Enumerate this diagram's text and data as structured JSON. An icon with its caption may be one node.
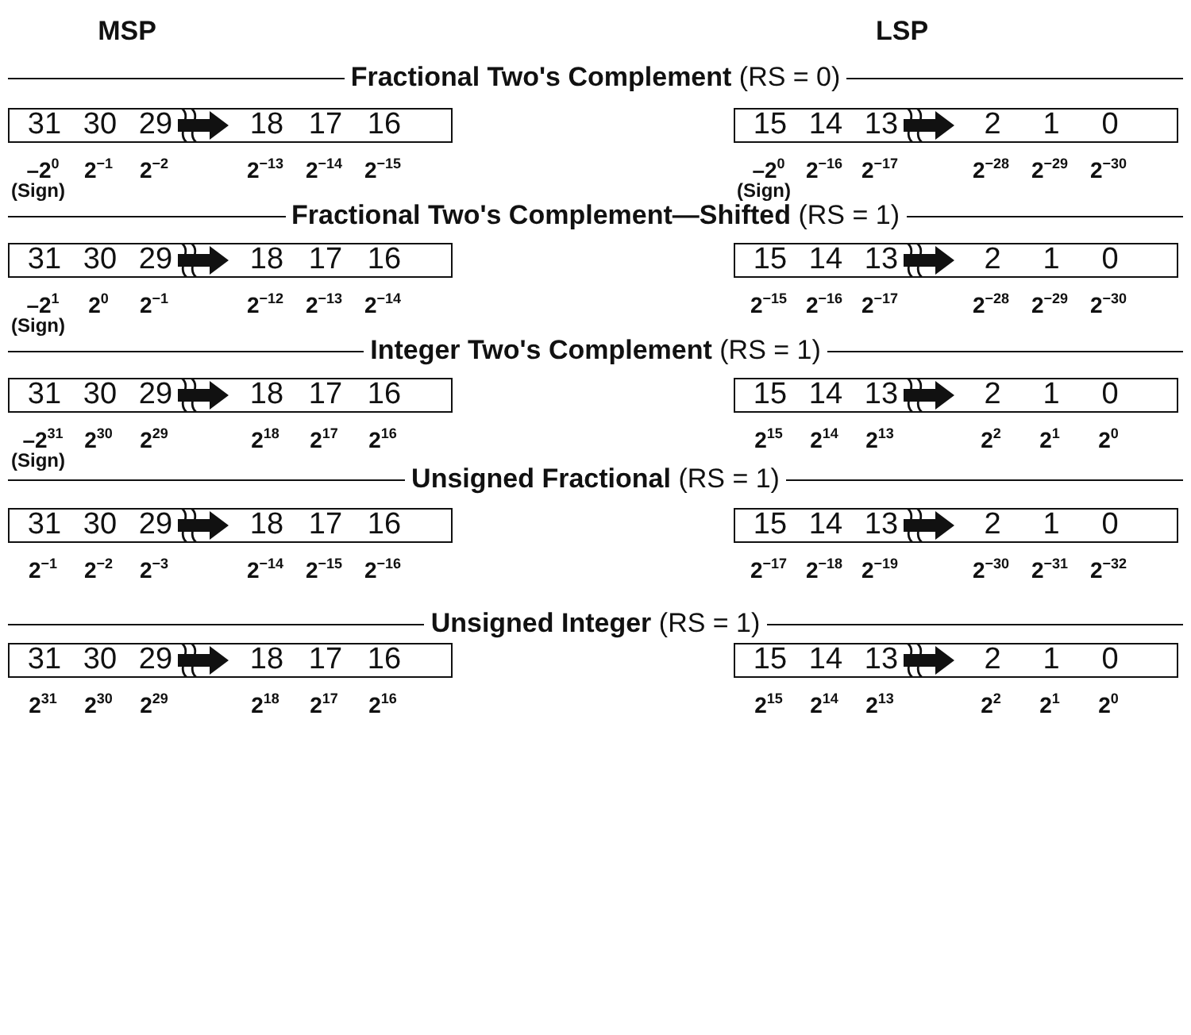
{
  "diagram": {
    "nodes": [
      {
        "text": [
          "31",
          "30",
          "29",
          "18",
          "17",
          "16"
        ],
        "beside": [
          "–2$^{0}$",
          "2$^{−1}$",
          "2$^{−2}$",
          "2$^{−13}$",
          "2$^{−14}$",
          "2$^{−15}$",
          "(Sign)"
        ]
      },
      {
        "text": [
          "15",
          "14",
          "13",
          "2",
          "1",
          "0"
        ],
        "beside": [
          "–2$^{0}$",
          "2$^{−16}$",
          "2$^{−17}$",
          "2$^{−28}$",
          "2$^{−29}$",
          "2$^{−30}$",
          "(Sign)"
        ]
      },
      {
        "text": [
          "31",
          "30",
          "29",
          "18",
          "17",
          "16"
        ],
        "beside": [
          "–2$^{1}$",
          "2$^{0}$",
          "2$^{−1}$",
          "2$^{−12}$",
          "2$^{−13}$",
          "2$^{−14}$",
          "(Sign)"
        ]
      },
      {
        "text": [
          "15",
          "14",
          "13",
          "2",
          "1",
          "0"
        ],
        "beside": [
          "2$^{−15}$",
          "2$^{−16}$",
          "2$^{−17}$",
          "2$^{−28}$",
          "2$^{−29}$",
          "2$^{−30}$"
        ]
      },
      {
        "text": [
          "31",
          "30",
          "29",
          "18",
          "17",
          "16"
        ],
        "beside": [
          "–2$^{31}$",
          "2$^{30}$",
          "2$^{29}$",
          "2$^{18}$",
          "2$^{17}$",
          "2$^{16}$",
          "(Sign)"
        ]
      },
      {
        "text": [
          "15",
          "14",
          "13",
          "2",
          "1",
          "0"
        ],
        "beside": [
          "2$^{15}$",
          "2$^{14}$",
          "2$^{13}$",
          "2$^{2}$",
          "2$^{1}$",
          "2$^{0}$"
        ]
      },
      {
        "text": [
          "31",
          "30",
          "29",
          "18",
          "17",
          "16"
        ],
        "beside": [
          "2$^{−1}$",
          "2$^{−2}$",
          "2$^{−3}$",
          "2$^{−14}$",
          "2$^{−15}$",
          "2$^{−16}$"
        ]
      },
      {
        "text": [
          "15",
          "14",
          "13",
          "2",
          "1",
          "0"
        ],
        "beside": [
          "2$^{−17}$",
          "2$^{−18}$",
          "2$^{−19}$",
          "2$^{−30}$",
          "2$^{−31}$",
          "2$^{−32}$"
        ]
      },
      {
        "text": [
          "31",
          "30",
          "29",
          "18",
          "17",
          "16"
        ],
        "beside": [
          "2$^{31}$",
          "2$^{30}$",
          "2$^{29}$",
          "2$^{18}$",
          "2$^{17}$",
          "2$^{16}$"
        ]
      },
      {
        "text": [
          "15",
          "14",
          "13",
          "2",
          "1",
          "0"
        ],
        "beside": [
          "2$^{15}$",
          "2$^{14}$",
          "2$^{13}$",
          "2$^{2}$",
          "2$^{1}$",
          "2$^{0}$"
        ]
      }
    ],
    "labels": [
      "MSP",
      "LSP",
      "**Fractional Two's Complement** (RS = 0)",
      "**Fractional Two's Complement—Shifted** (RS = 1)",
      "**Integer Two's Complement** (RS = 1)",
      "**Unsigned Fractional** (RS = 1)",
      "**Unsigned Integer** (RS = 1)"
    ]
  }
}
